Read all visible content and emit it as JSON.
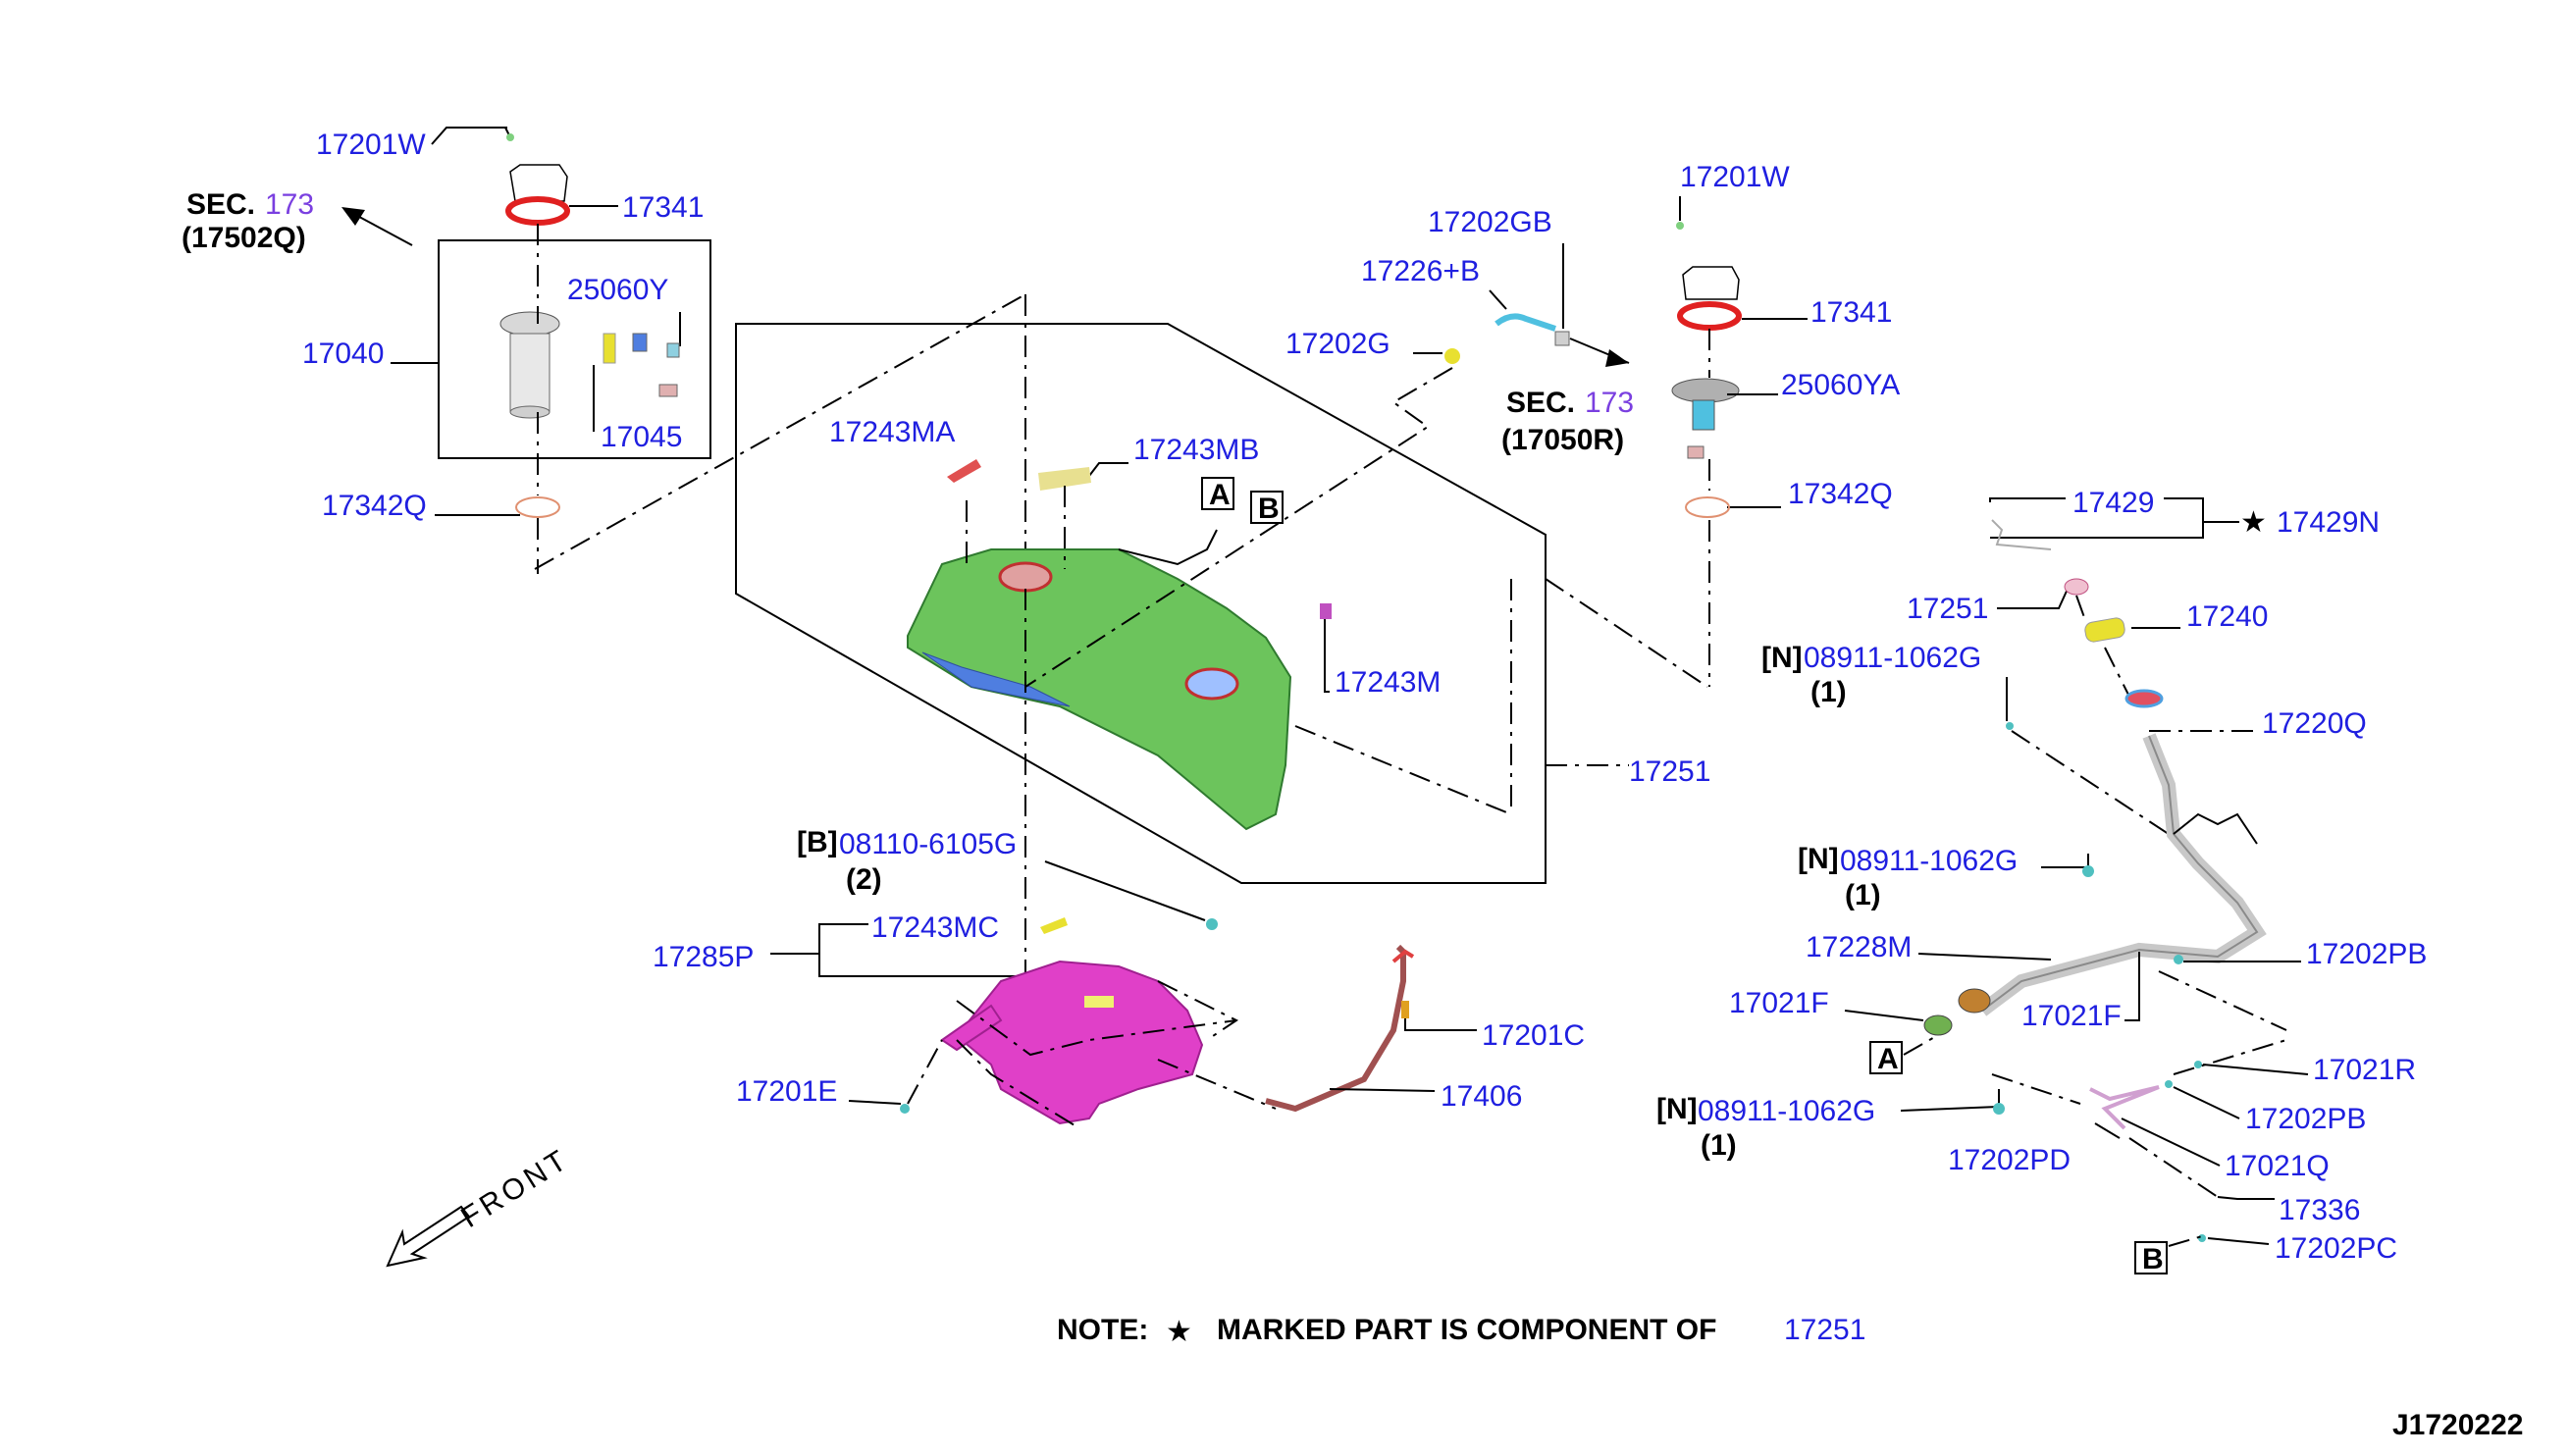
{
  "labels": {
    "p17201W_top": "17201W",
    "p17341_left": "17341",
    "sec173_left_a": "SEC.",
    "sec173_left_b": "173",
    "sec173_left_c": "(17502Q)",
    "p25060Y": "25060Y",
    "p17040": "17040",
    "p17045": "17045",
    "p17342Q_left": "17342Q",
    "p17243MA": "17243MA",
    "p17243MB": "17243MB",
    "boxA_top": "A",
    "boxB_top": "B",
    "p17243M": "17243M",
    "p17251_mid": "17251",
    "p17202GB": "17202GB",
    "p17226B": "17226+B",
    "p17202G": "17202G",
    "sec173_right_a": "SEC.",
    "sec173_right_b": "173",
    "sec173_right_c": "(17050R)",
    "p17201W_right": "17201W",
    "p17341_right": "17341",
    "p25060YA": "25060YA",
    "p17342Q_right": "17342Q",
    "p17429": "17429",
    "star": "★",
    "p17429N": "17429N",
    "p17251_right": "17251",
    "p17240": "17240",
    "n1_bracket": "[N]",
    "n1_part": "08911-1062G",
    "n1_qty": "(1)",
    "p17220Q": "17220Q",
    "n2_bracket": "[N]",
    "n2_part": "08911-1062G",
    "n2_qty": "(1)",
    "p17228M": "17228M",
    "p17202PB_a": "17202PB",
    "p17021F_a": "17021F",
    "p17021F_b": "17021F",
    "boxA_right": "A",
    "p17021R": "17021R",
    "n3_bracket": "[N]",
    "n3_part": "08911-1062G",
    "n3_qty": "(1)",
    "p17202PB_b": "17202PB",
    "p17202PD": "17202PD",
    "p17021Q": "17021Q",
    "p17336": "17336",
    "boxB_right": "B",
    "p17202PC": "17202PC",
    "b_bracket": "[B]",
    "b_part": "08110-6105G",
    "b_qty": "(2)",
    "p17243MC": "17243MC",
    "p17285P": "17285P",
    "p17201C": "17201C",
    "p17201E": "17201E",
    "p17406": "17406",
    "front": "FRONT",
    "note_a": "NOTE:",
    "note_b": "MARKED PART IS COMPONENT OF",
    "note_c": "17251",
    "diagram_id": "J1720222"
  },
  "colors": {
    "label_blue": "#1f1fe0",
    "section_purple": "#7a3fe0",
    "tank_green": "#6cc45c",
    "tank_blue": "#4f7ee0",
    "shield_pink": "#e040c8",
    "ring_red": "#e02020",
    "line_black": "#000000"
  }
}
